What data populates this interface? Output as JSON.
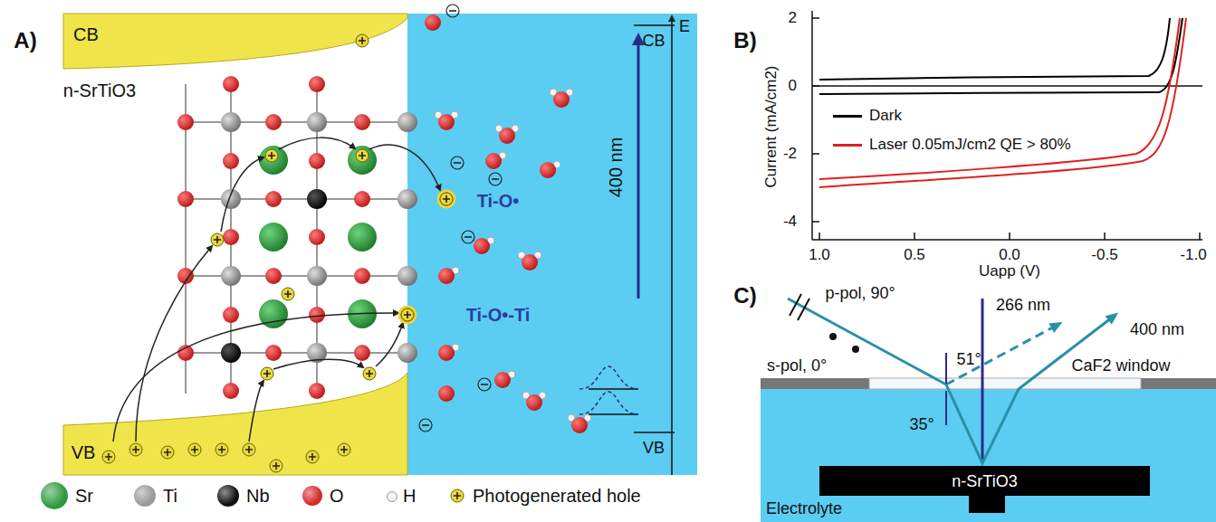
{
  "diagram": {
    "nodes": [
      {
        "text": [
          "Electrolyte"
        ]
      },
      {
        "text": [
          "n-SrTiO3"
        ],
        "in": 0
      }
    ],
    "labels": [
      "A)",
      "CB",
      "n-SrTiO3",
      "Ti-O•",
      "Ti-O•-Ti",
      "400 nm",
      "CB",
      "E",
      "VB",
      "VB",
      "B)",
      "2",
      "0",
      "-2",
      "-4",
      "1.0",
      "0.5",
      "0.0",
      "-0.5",
      "-1.0",
      "Current (mA/cm2)",
      "Uapp (V)",
      "C)",
      "p-pol, 90°",
      "s-pol, 0°",
      "51°",
      "266 nm",
      "400 nm",
      "CaF2 window",
      "35°"
    ],
    "legend": [
      {
        "text": "Sr",
        "color": "#2e9a3e"
      },
      {
        "text": "Ti",
        "color": "#9a9a9a"
      },
      {
        "text": "Nb",
        "color": "#111111"
      },
      {
        "text": "O",
        "color": "#d42a2a"
      },
      {
        "text": "H",
        "color": "#f2f2f2"
      },
      {
        "text": "Photogenerated hole"
      },
      {
        "text": "Dark"
      },
      {
        "text": "Laser 0.05mJ/cm2 QE > 80%"
      }
    ]
  }
}
